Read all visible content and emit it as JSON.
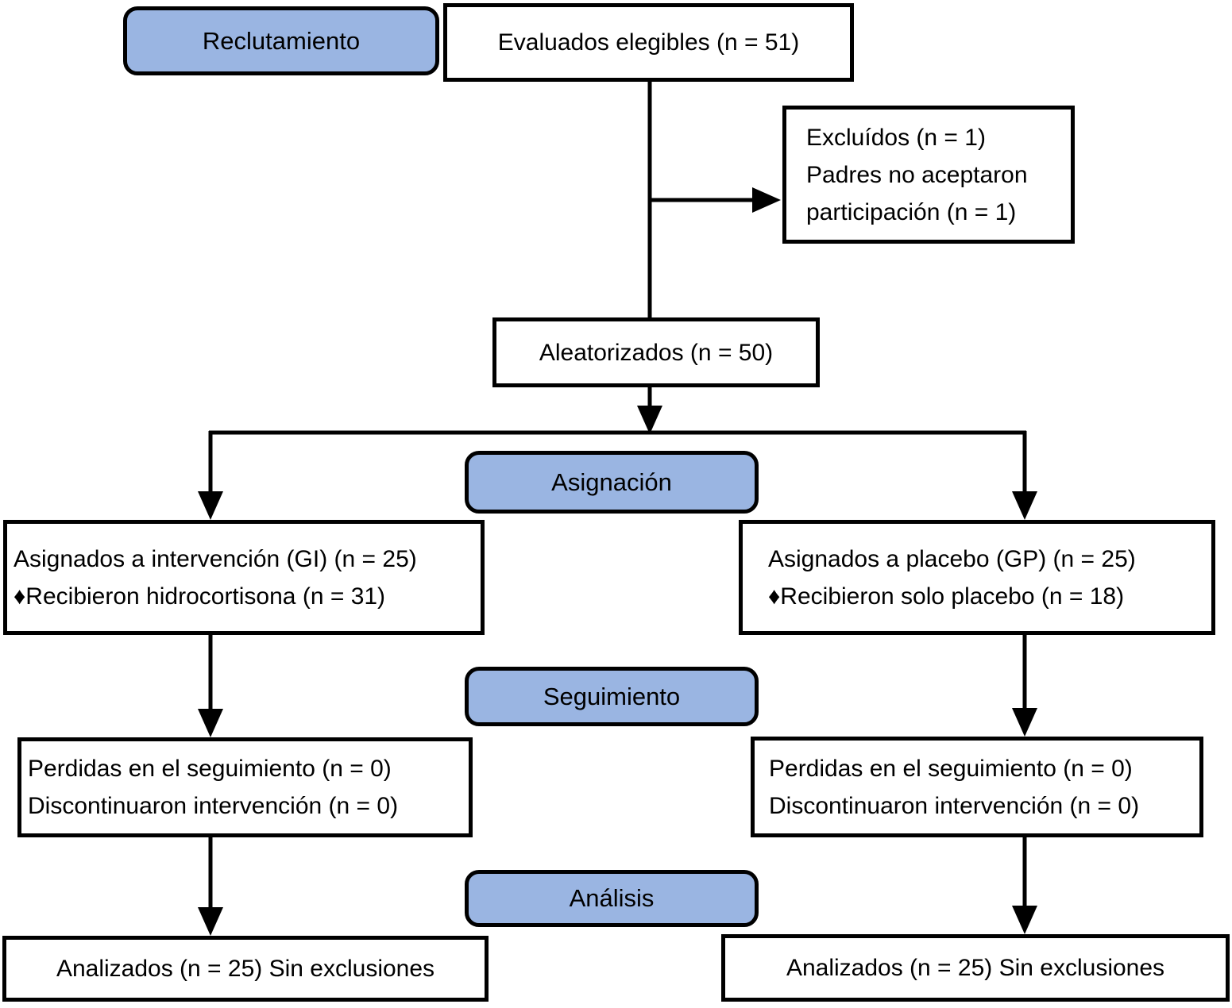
{
  "colors": {
    "stage_fill": "#9ab5e2",
    "line": "#000000",
    "box_fill": "#ffffff",
    "background": "#ffffff",
    "text": "#000000"
  },
  "stages": {
    "recruitment": "Reclutamiento",
    "allocation": "Asignación",
    "followup": "Seguimiento",
    "analysis": "Análisis"
  },
  "nodes": {
    "eligible": {
      "text": "Evaluados elegibles (n = 51)"
    },
    "excluded": {
      "lines": [
        "Excluídos (n = 1)",
        "Padres no aceptaron",
        "participación (n = 1)"
      ]
    },
    "randomized": {
      "text": "Aleatorizados (n = 50)"
    },
    "gi_assigned": {
      "lines": [
        "Asignados a intervención (GI) (n = 25)",
        "♦Recibieron hidrocortisona (n = 31)"
      ]
    },
    "gp_assigned": {
      "lines": [
        "Asignados a placebo (GP) (n = 25)",
        "♦Recibieron solo placebo (n = 18)"
      ]
    },
    "gi_followup": {
      "lines": [
        "Perdidas en el seguimiento (n = 0)",
        "Discontinuaron intervención (n = 0)"
      ]
    },
    "gp_followup": {
      "lines": [
        "Perdidas en el seguimiento (n = 0)",
        "Discontinuaron intervención (n = 0)"
      ]
    },
    "gi_analyzed": {
      "text": "Analizados (n = 25) Sin exclusiones"
    },
    "gp_analyzed": {
      "text": "Analizados (n = 25) Sin exclusiones"
    }
  }
}
